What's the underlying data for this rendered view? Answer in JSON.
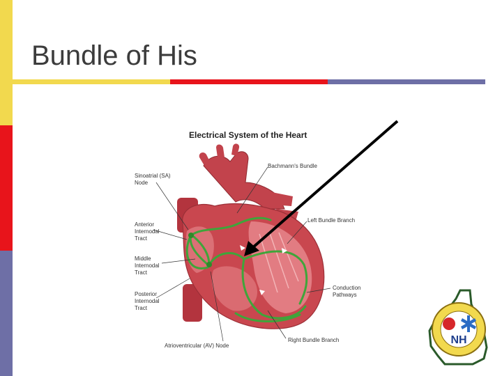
{
  "slide": {
    "title": "Bundle of His"
  },
  "diagram": {
    "title": "Electrical System of the Heart",
    "labels": {
      "sa_node_line1": "Sinoatrial (SA)",
      "sa_node_line2": "Node",
      "bachmanns_bundle": "Bachmann's Bundle",
      "anterior_line1": "Anterior",
      "anterior_line2": "Internodal",
      "anterior_line3": "Tract",
      "middle_line1": "Middle",
      "middle_line2": "Internodal",
      "middle_line3": "Tract",
      "posterior_line1": "Posterior",
      "posterior_line2": "Internodal",
      "posterior_line3": "Tract",
      "left_bundle_branch": "Left Bundle Branch",
      "conduction_line1": "Conduction",
      "conduction_line2": "Pathways",
      "right_bundle_branch": "Right Bundle Branch",
      "av_node": "Atrioventricular (AV) Node"
    }
  },
  "logo": {
    "text": "NH"
  },
  "colors": {
    "yellow": "#F2D94E",
    "red": "#E8141B",
    "blue": "#6E6FA6",
    "heart": "#C9474F",
    "pathway": "#3FA53A"
  }
}
